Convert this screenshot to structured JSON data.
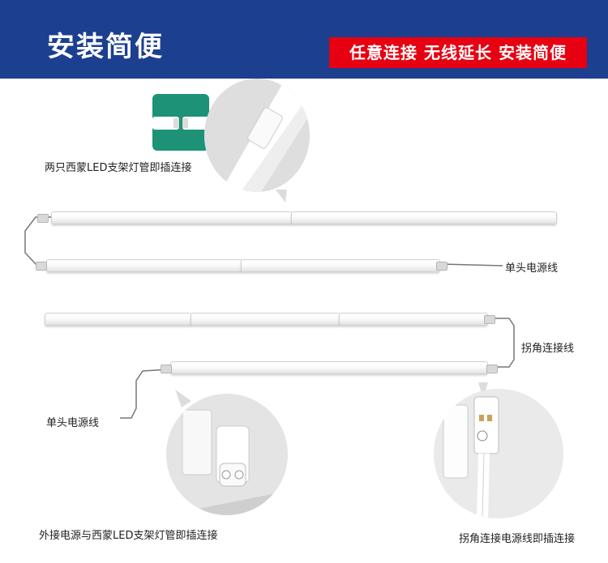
{
  "banner": {
    "title": "安装简便",
    "tagline": "任意连接  无线延长  安装简便"
  },
  "labels": {
    "two_fixtures": "两只西蒙LED支架灯管即插连接",
    "single_power_cord_right": "单头电源线",
    "corner_connector": "拐角连接线",
    "single_power_cord_left": "单头电源线",
    "external_power": "外接电源与西蒙LED支架灯管即插连接",
    "corner_power_plug": "拐角连接电源线即插连接"
  },
  "colors": {
    "banner_bg": "#1c3f8f",
    "tag_bg": "#e60012",
    "teal": "#1d9277"
  },
  "icons": [
    "led-tube",
    "connector",
    "power-plug",
    "corner-cable"
  ]
}
